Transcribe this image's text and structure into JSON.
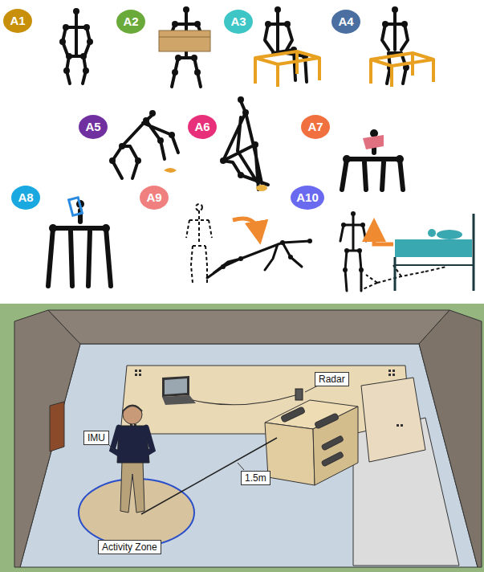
{
  "diagram": {
    "nodes": [
      {
        "text": [
          "A1"
        ]
      },
      {
        "text": [
          "A2"
        ]
      },
      {
        "text": [
          "A3"
        ]
      },
      {
        "text": [
          "A4"
        ]
      },
      {
        "text": [
          "A5"
        ]
      },
      {
        "text": [
          "A6"
        ]
      },
      {
        "text": [
          "A7"
        ]
      },
      {
        "text": [
          "A8"
        ]
      },
      {
        "text": [
          "A9"
        ]
      },
      {
        "text": [
          "A10"
        ]
      },
      {
        "text": [
          "Radar"
        ]
      },
      {
        "text": [
          "IMU"
        ]
      },
      {
        "text": [
          "1.5m"
        ]
      },
      {
        "text": [
          "Activity Zone"
        ]
      }
    ]
  }
}
